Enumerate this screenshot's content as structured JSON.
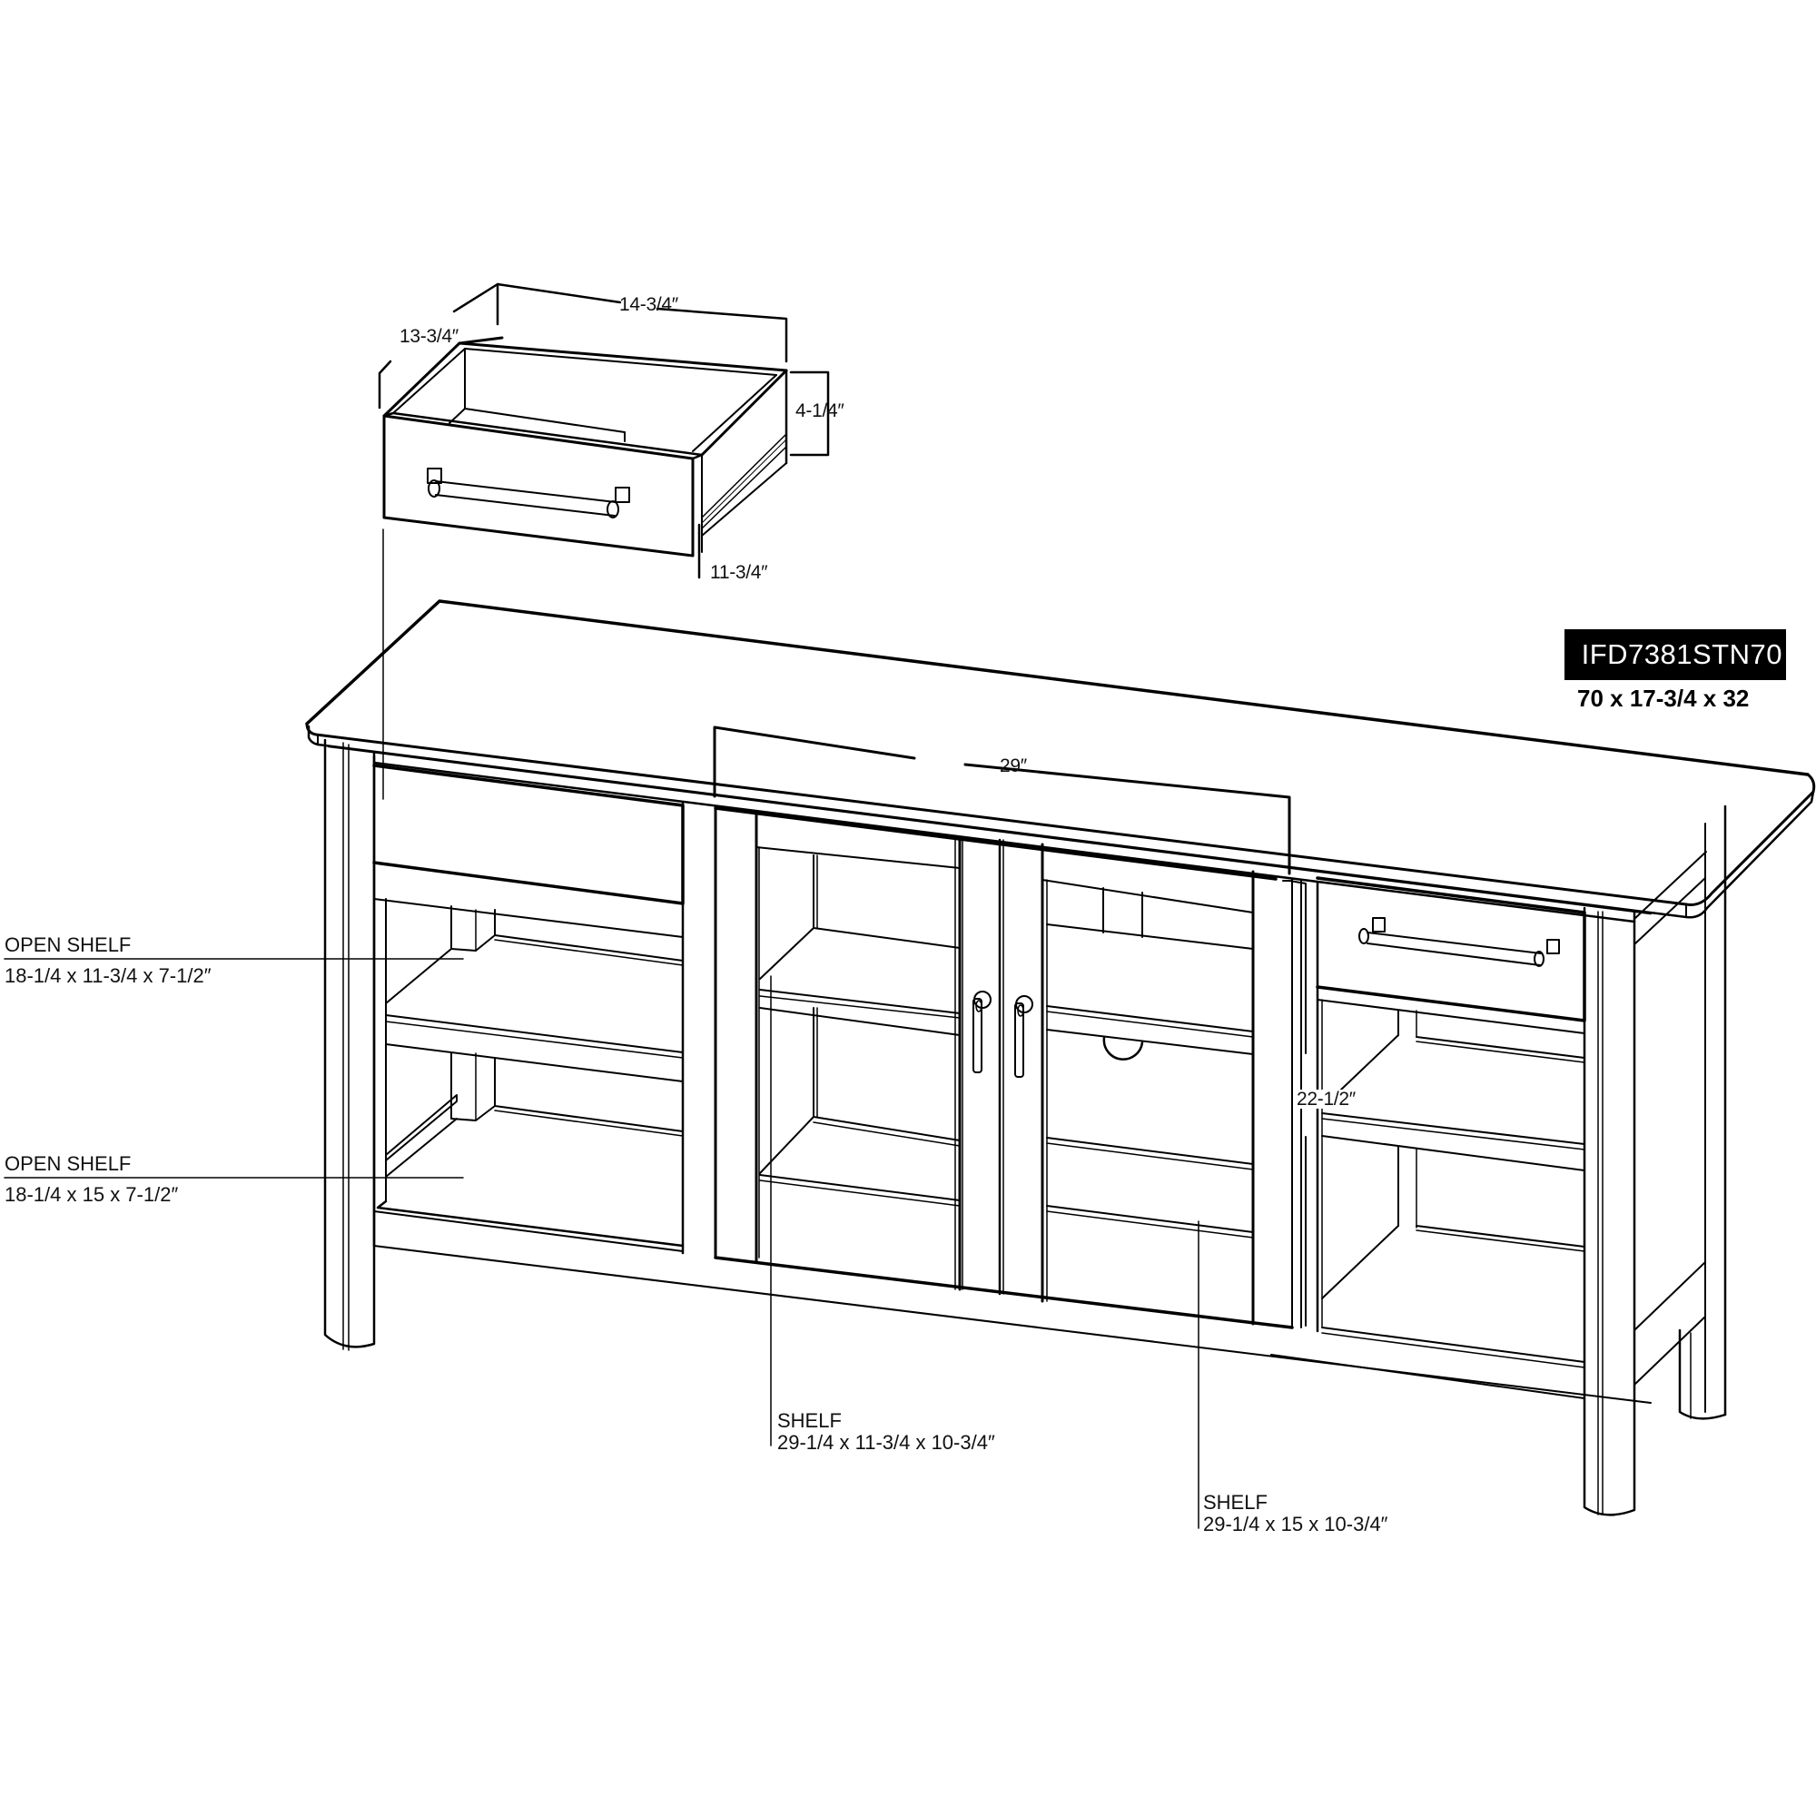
{
  "product": {
    "model_number": "IFD7381STN70",
    "overall_dimensions": "70 x 17-3/4 x 32",
    "badge_color": "#000000"
  },
  "drawer": {
    "width_label": "14-3/4″",
    "depth_label": "13-3/4″",
    "height_label": "4-1/4″",
    "interior_depth_label": "11-3/4″"
  },
  "cabinet": {
    "door_opening_width_label": "29″",
    "interior_height_label": "22-1/2″"
  },
  "callouts": [
    {
      "title": "OPEN SHELF",
      "dims": "18-1/4 x 11-3/4 x 7-1/2″"
    },
    {
      "title": "OPEN SHELF",
      "dims": "18-1/4 x 15 x 7-1/2″"
    },
    {
      "title": "SHELF",
      "dims": "29-1/4 x 11-3/4 x 10-3/4″"
    },
    {
      "title": "SHELF",
      "dims": "29-1/4 x 15 x 10-3/4″"
    }
  ],
  "colors": {
    "line": "#000000",
    "background": "#ffffff"
  }
}
